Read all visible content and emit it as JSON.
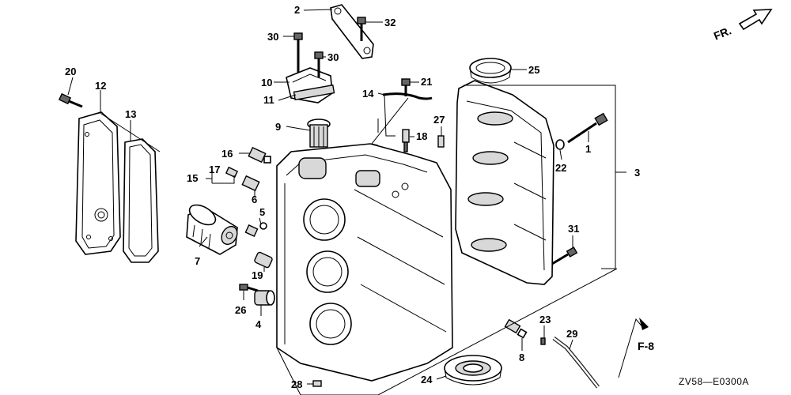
{
  "direction_label": "FR.",
  "reference_label": "F-8",
  "diagram_code": "ZV58—E0300A",
  "callouts": [
    {
      "id": "c1",
      "num": "1"
    },
    {
      "id": "c2",
      "num": "2"
    },
    {
      "id": "c3",
      "num": "3"
    },
    {
      "id": "c4",
      "num": "4"
    },
    {
      "id": "c5",
      "num": "5"
    },
    {
      "id": "c6",
      "num": "6"
    },
    {
      "id": "c7",
      "num": "7"
    },
    {
      "id": "c8",
      "num": "8"
    },
    {
      "id": "c9",
      "num": "9"
    },
    {
      "id": "c10",
      "num": "10"
    },
    {
      "id": "c11",
      "num": "11"
    },
    {
      "id": "c12",
      "num": "12"
    },
    {
      "id": "c13",
      "num": "13"
    },
    {
      "id": "c14",
      "num": "14"
    },
    {
      "id": "c15",
      "num": "15"
    },
    {
      "id": "c16",
      "num": "16"
    },
    {
      "id": "c17",
      "num": "17"
    },
    {
      "id": "c18",
      "num": "18"
    },
    {
      "id": "c19",
      "num": "19"
    },
    {
      "id": "c20",
      "num": "20"
    },
    {
      "id": "c21",
      "num": "21"
    },
    {
      "id": "c22",
      "num": "22"
    },
    {
      "id": "c23",
      "num": "23"
    },
    {
      "id": "c24",
      "num": "24"
    },
    {
      "id": "c25",
      "num": "25"
    },
    {
      "id": "c26",
      "num": "26"
    },
    {
      "id": "c27",
      "num": "27"
    },
    {
      "id": "c28",
      "num": "28"
    },
    {
      "id": "c29",
      "num": "29"
    },
    {
      "id": "c30a",
      "num": "30"
    },
    {
      "id": "c30b",
      "num": "30"
    },
    {
      "id": "c31",
      "num": "31"
    },
    {
      "id": "c32",
      "num": "32"
    }
  ]
}
